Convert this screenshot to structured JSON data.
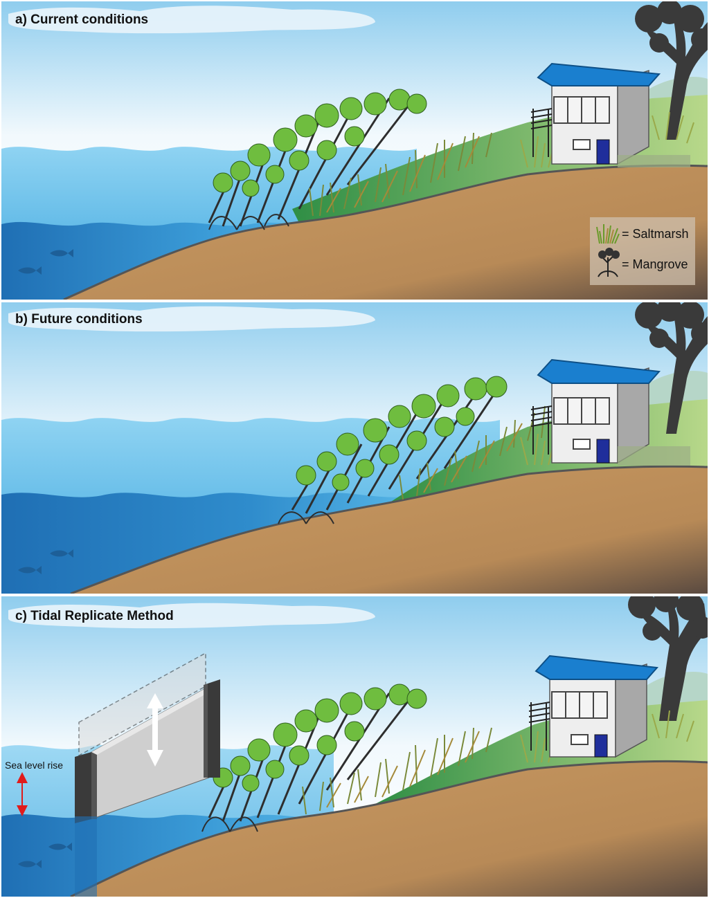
{
  "panels": [
    {
      "id": "a",
      "title": "a) Current conditions"
    },
    {
      "id": "b",
      "title": "b) Future conditions"
    },
    {
      "id": "c",
      "title": "c) Tidal Replicate Method"
    }
  ],
  "legend": {
    "saltmarsh_label": "= Saltmarsh",
    "mangrove_label": "= Mangrove"
  },
  "annotations": {
    "sea_level_rise": "Sea level rise"
  },
  "colors": {
    "sky_top": "#9fd3ef",
    "water": "#5ab8e6",
    "deep_water": "#2277bb",
    "sand": "#c99a62",
    "grass": "#3f9a4a",
    "roof": "#1a7fcf",
    "door": "#1f2e9b",
    "tree": "#3a3a3a",
    "arrow_red": "#e01b1b"
  },
  "icons": [
    "fish-icon",
    "mangrove-icon",
    "saltmarsh-icon",
    "house-icon",
    "tree-icon",
    "double-arrow-icon"
  ]
}
